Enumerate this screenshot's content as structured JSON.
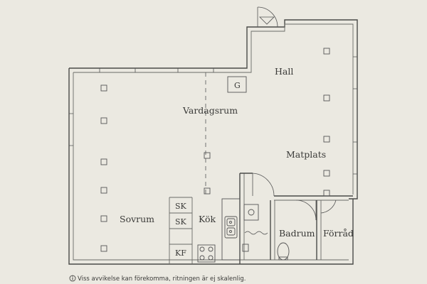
{
  "rooms": {
    "hall": "Hall",
    "vardagsrum": "Vardagsrum",
    "matplats": "Matplats",
    "sovrum": "Sovrum",
    "kok": "Kök",
    "badrum": "Badrum",
    "forrad": "Förråd"
  },
  "fixtures": {
    "g": "G",
    "sk1": "SK",
    "sk2": "SK",
    "kf": "KF"
  },
  "footer": {
    "icon": "info-circle-icon",
    "note": "Viss avvikelse kan förekomma, ritningen är ej skalenlig."
  },
  "colors": {
    "paper": "#ebe9e1",
    "ink": "#4a4a48"
  }
}
